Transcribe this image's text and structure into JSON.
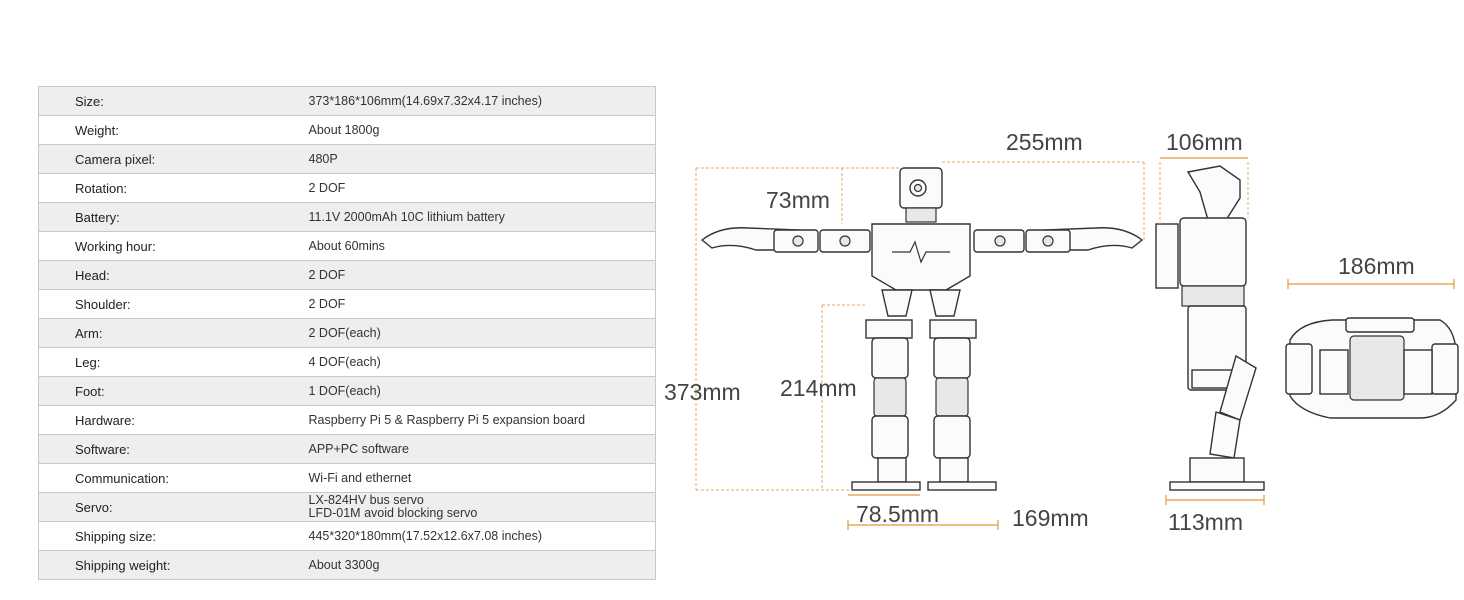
{
  "specs": [
    {
      "label": "Size:",
      "value": [
        "373*186*106mm(14.69x7.32x4.17 inches)"
      ]
    },
    {
      "label": "Weight:",
      "value": [
        "About 1800g"
      ]
    },
    {
      "label": "Camera pixel:",
      "value": [
        "480P"
      ]
    },
    {
      "label": "Rotation:",
      "value": [
        "2 DOF"
      ]
    },
    {
      "label": "Battery:",
      "value": [
        "11.1V 2000mAh 10C lithium battery"
      ]
    },
    {
      "label": "Working hour:",
      "value": [
        "About 60mins"
      ]
    },
    {
      "label": "Head:",
      "value": [
        "2 DOF"
      ]
    },
    {
      "label": "Shoulder:",
      "value": [
        "2 DOF"
      ]
    },
    {
      "label": "Arm:",
      "value": [
        "2 DOF(each)"
      ]
    },
    {
      "label": "Leg:",
      "value": [
        "4 DOF(each)"
      ]
    },
    {
      "label": "Foot:",
      "value": [
        "1 DOF(each)"
      ]
    },
    {
      "label": "Hardware:",
      "value": [
        "Raspberry Pi 5 & Raspberry Pi 5 expansion board"
      ]
    },
    {
      "label": "Software:",
      "value": [
        "APP+PC software"
      ]
    },
    {
      "label": "Communication:",
      "value": [
        "Wi-Fi and ethernet"
      ]
    },
    {
      "label": "Servo:",
      "value": [
        "LX-824HV bus servo",
        "LFD-01M avoid blocking servo"
      ]
    },
    {
      "label": "Shipping size:",
      "value": [
        "445*320*180mm(17.52x12.6x7.08 inches)"
      ]
    },
    {
      "label": "Shipping weight:",
      "value": [
        "About 3300g"
      ]
    }
  ],
  "dimensions": {
    "arm_span": "255mm",
    "head_height": "73mm",
    "total_height": "373mm",
    "leg_height": "214mm",
    "foot_width": "78.5mm",
    "stance_width": "169mm",
    "depth_top": "106mm",
    "depth_bottom": "113mm",
    "top_width": "186mm"
  },
  "colors": {
    "dimension_line": "#e8a85a",
    "row_shade": "#eeeeee",
    "border": "#c8c8c8"
  }
}
